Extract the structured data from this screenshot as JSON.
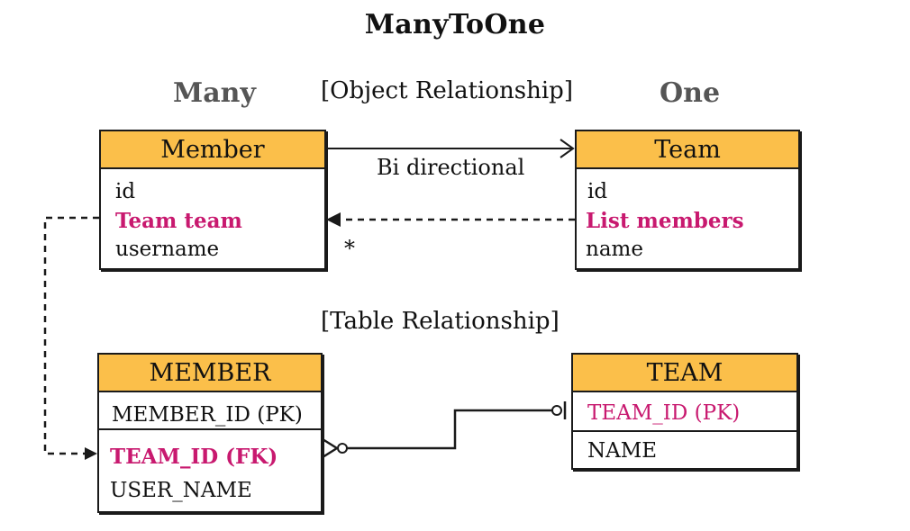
{
  "title": "ManyToOne",
  "labels": {
    "many": "Many",
    "one": "One",
    "object_relationship": "[Object Relationship]",
    "table_relationship": "[Table Relationship]",
    "bi_directional": "Bi directional",
    "multiplicity": "*"
  },
  "object_member": {
    "name": "Member",
    "fields": [
      "id",
      "Team team",
      "username"
    ],
    "highlighted_field": "Team team"
  },
  "object_team": {
    "name": "Team",
    "fields": [
      "id",
      "List members",
      "name"
    ],
    "highlighted_field": "List members"
  },
  "table_member": {
    "name": "MEMBER",
    "pk": "MEMBER_ID (PK)",
    "fk": "TEAM_ID (FK)",
    "column": "USER_NAME"
  },
  "table_team": {
    "name": "TEAM",
    "pk": "TEAM_ID (PK)",
    "column": "NAME"
  },
  "colors": {
    "header": "#fbbf4a",
    "highlight": "#c8196f",
    "border": "#1a1a1a"
  }
}
